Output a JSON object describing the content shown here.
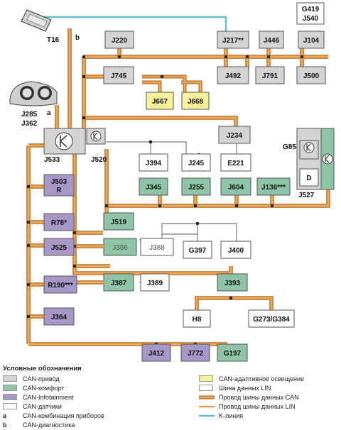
{
  "colors": {
    "drive": "#d4d4d4",
    "comfort": "#8ec5a6",
    "infotainment": "#a797c7",
    "sensors": "#ffffff",
    "adaptive_light": "#f7f29a",
    "can_wire": "#e39a45",
    "k_line": "#5ec0d6",
    "lin": "#ffffff"
  },
  "nodes": {
    "T16": "T16",
    "J220": "J220",
    "J217": "J217**",
    "J446": "J446",
    "G419": "G419",
    "J540": "J540",
    "J104": "J104",
    "J492": "J492",
    "J791": "J791",
    "J500": "J500",
    "J745": "J745",
    "J667": "J667",
    "J668": "J668",
    "J285": "J285",
    "J362": "J362",
    "J234": "J234",
    "G85": "G85",
    "D": "D",
    "J527": "J527",
    "J533": "J533",
    "J520": "J520",
    "J394": "J394",
    "J245": "J245",
    "E221": "E221",
    "J503": "J503",
    "J503R": "R",
    "J345": "J345",
    "J255": "J255",
    "J604": "J604",
    "J136": "J136***",
    "R78": "R78*",
    "J519": "J519",
    "J525": "J525",
    "J386": "J386",
    "J388": "J388",
    "G397": "G397",
    "J400": "J400",
    "R190": "R190***",
    "J387": "J387",
    "J389": "J389",
    "J393": "J393",
    "J364": "J364",
    "H8": "H8",
    "G273": "G273/G384",
    "J412": "J412",
    "J772": "J772",
    "G197": "G197"
  },
  "wire_letters": {
    "a": "a",
    "b": "b"
  },
  "legend": {
    "title": "Условные обозначения",
    "drive": "CAN-привод",
    "comfort": "CAN-комфорт",
    "infotainment": "CAN-Infotainment",
    "sensors": "CAN-датчики",
    "letter_a": "a",
    "cluster": "CAN-комбинация приборов",
    "letter_b": "b",
    "diagnostics": "CAN-диагностика",
    "adaptive_light": "CAN-адаптивное освещение",
    "lin_bus": "Шина данных LIN",
    "can_wire": "Провод шины данных CAN",
    "lin_wire": "Провод шины данных LIN",
    "k_line": "K-линия"
  }
}
